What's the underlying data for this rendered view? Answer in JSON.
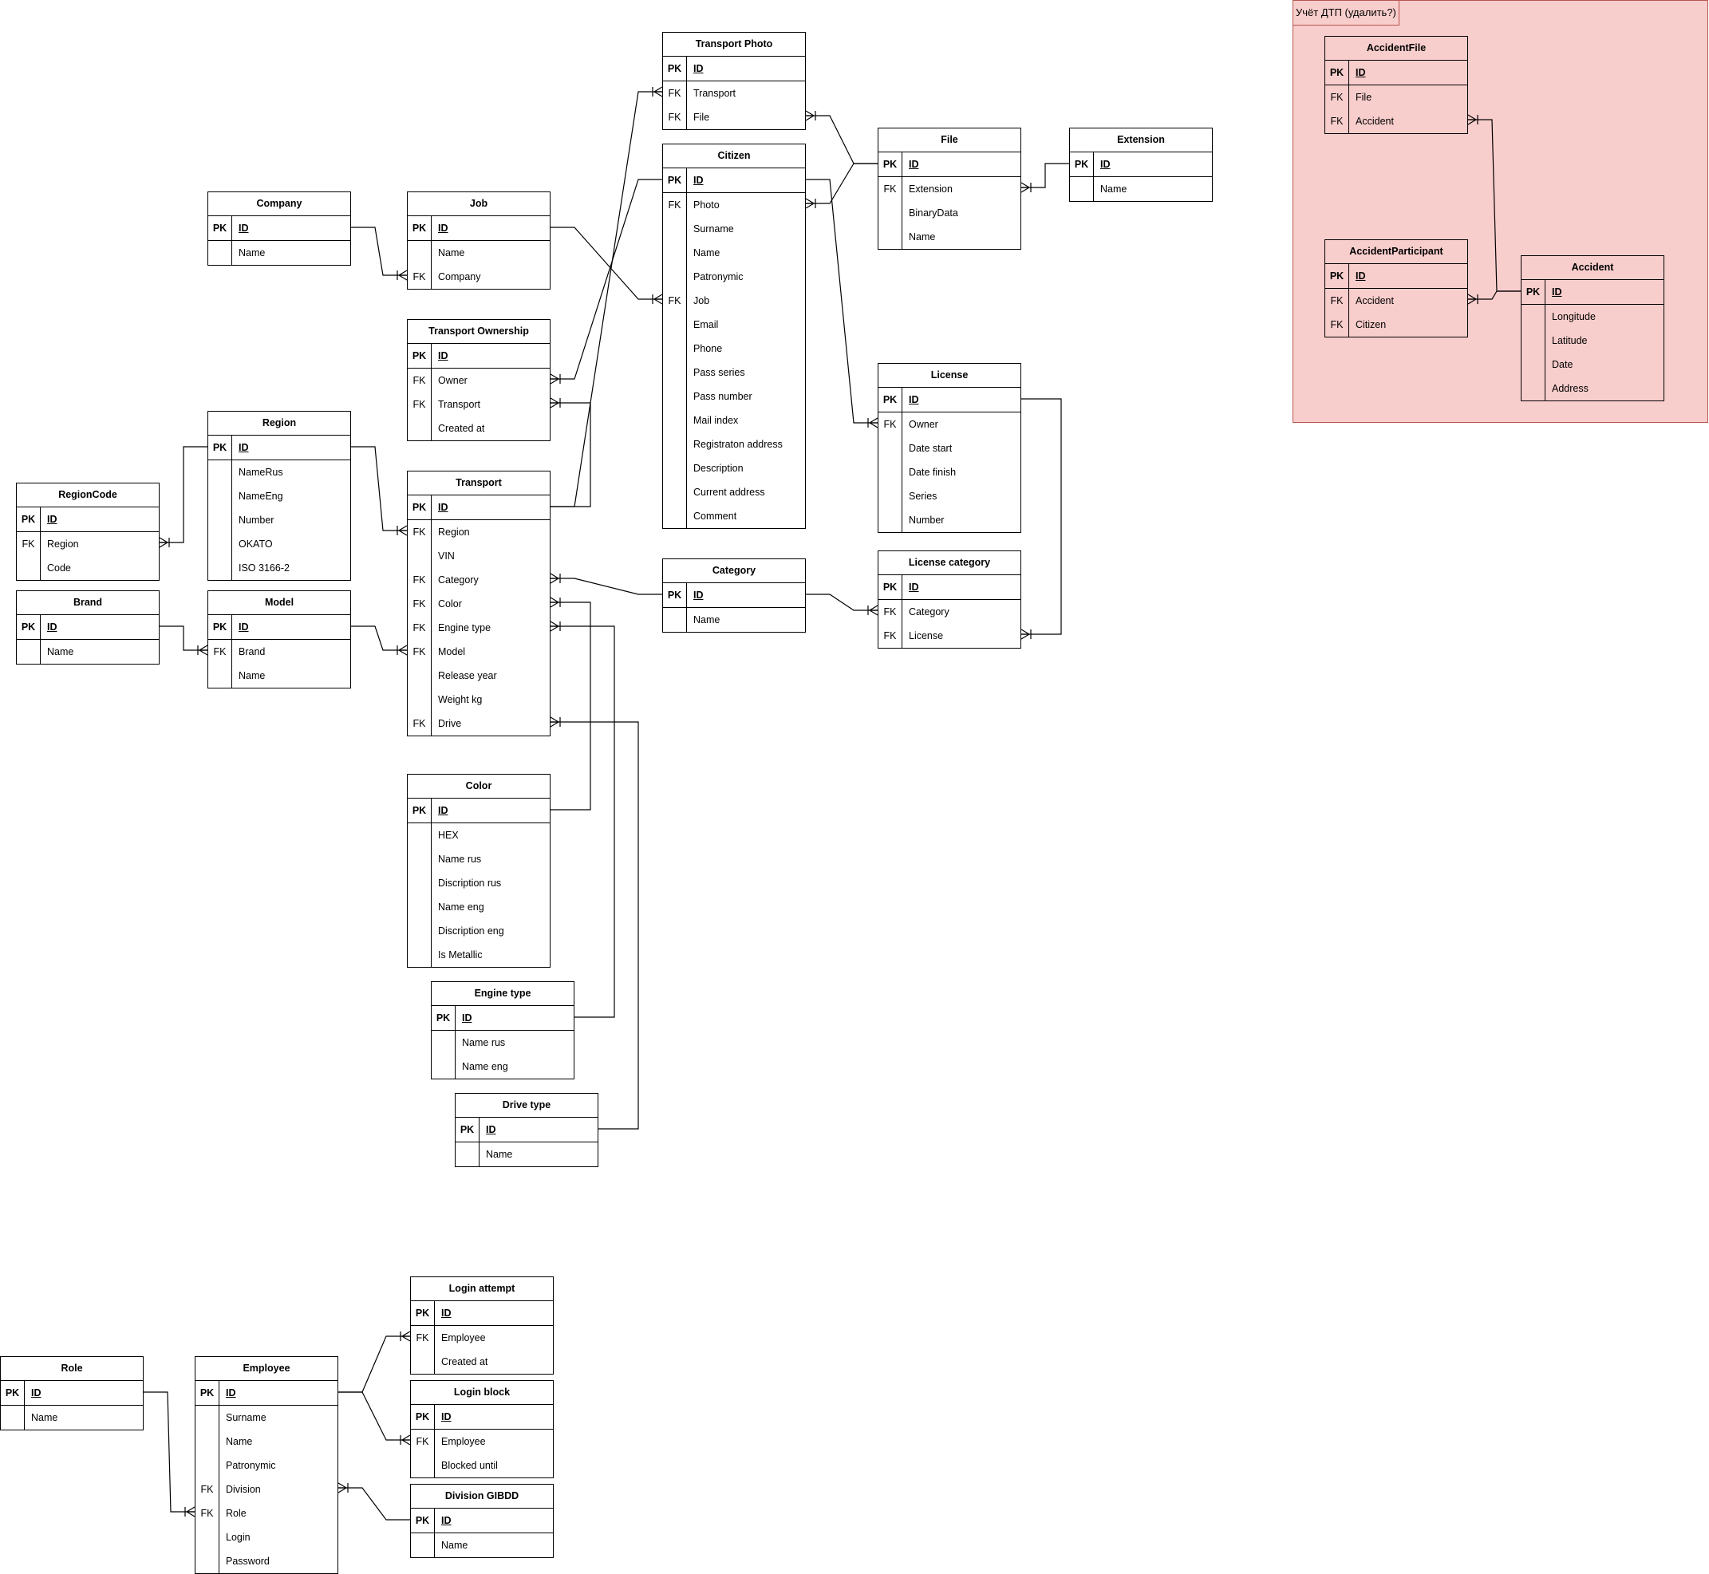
{
  "group": {
    "label": "Учёт ДТП (удалить?)",
    "fill": "#f8cecc",
    "stroke": "#b85450"
  },
  "entities": [
    {
      "id": "transport-photo",
      "title": "Transport Photo",
      "fields": [
        {
          "key": "PK",
          "name": "ID",
          "pk": true
        },
        {
          "key": "FK",
          "name": "Transport"
        },
        {
          "key": "FK",
          "name": "File"
        }
      ]
    },
    {
      "id": "citizen",
      "title": "Citizen",
      "fields": [
        {
          "key": "PK",
          "name": "ID",
          "pk": true
        },
        {
          "key": "FK",
          "name": "Photo"
        },
        {
          "key": "",
          "name": "Surname"
        },
        {
          "key": "",
          "name": "Name"
        },
        {
          "key": "",
          "name": "Patronymic"
        },
        {
          "key": "FK",
          "name": "Job"
        },
        {
          "key": "",
          "name": "Email"
        },
        {
          "key": "",
          "name": "Phone"
        },
        {
          "key": "",
          "name": "Pass series"
        },
        {
          "key": "",
          "name": "Pass number"
        },
        {
          "key": "",
          "name": "Mail index"
        },
        {
          "key": "",
          "name": "Registraton address"
        },
        {
          "key": "",
          "name": "Description"
        },
        {
          "key": "",
          "name": "Current address"
        },
        {
          "key": "",
          "name": "Comment"
        }
      ]
    },
    {
      "id": "file",
      "title": "File",
      "fields": [
        {
          "key": "PK",
          "name": "ID",
          "pk": true
        },
        {
          "key": "FK",
          "name": "Extension"
        },
        {
          "key": "",
          "name": "BinaryData"
        },
        {
          "key": "",
          "name": "Name"
        }
      ]
    },
    {
      "id": "extension",
      "title": "Extension",
      "fields": [
        {
          "key": "PK",
          "name": "ID",
          "pk": true
        },
        {
          "key": "",
          "name": "Name"
        }
      ]
    },
    {
      "id": "company",
      "title": "Company",
      "fields": [
        {
          "key": "PK",
          "name": "ID",
          "pk": true
        },
        {
          "key": "",
          "name": "Name"
        }
      ]
    },
    {
      "id": "job",
      "title": "Job",
      "fields": [
        {
          "key": "PK",
          "name": "ID",
          "pk": true
        },
        {
          "key": "",
          "name": "Name"
        },
        {
          "key": "FK",
          "name": "Company"
        }
      ]
    },
    {
      "id": "transport-ownership",
      "title": "Transport Ownership",
      "fields": [
        {
          "key": "PK",
          "name": "ID",
          "pk": true
        },
        {
          "key": "FK",
          "name": "Owner"
        },
        {
          "key": "FK",
          "name": "Transport"
        },
        {
          "key": "",
          "name": "Created at"
        }
      ]
    },
    {
      "id": "region",
      "title": "Region",
      "fields": [
        {
          "key": "PK",
          "name": "ID",
          "pk": true
        },
        {
          "key": "",
          "name": "NameRus"
        },
        {
          "key": "",
          "name": "NameEng"
        },
        {
          "key": "",
          "name": "Number"
        },
        {
          "key": "",
          "name": "OKATO"
        },
        {
          "key": "",
          "name": "ISO 3166-2"
        }
      ]
    },
    {
      "id": "region-code",
      "title": "RegionCode",
      "fields": [
        {
          "key": "PK",
          "name": "ID",
          "pk": true
        },
        {
          "key": "FK",
          "name": "Region"
        },
        {
          "key": "",
          "name": "Code"
        }
      ]
    },
    {
      "id": "brand",
      "title": "Brand",
      "fields": [
        {
          "key": "PK",
          "name": "ID",
          "pk": true
        },
        {
          "key": "",
          "name": "Name"
        }
      ]
    },
    {
      "id": "model",
      "title": "Model",
      "fields": [
        {
          "key": "PK",
          "name": "ID",
          "pk": true
        },
        {
          "key": "FK",
          "name": "Brand"
        },
        {
          "key": "",
          "name": "Name"
        }
      ]
    },
    {
      "id": "transport",
      "title": "Transport",
      "fields": [
        {
          "key": "PK",
          "name": "ID",
          "pk": true
        },
        {
          "key": "FK",
          "name": "Region"
        },
        {
          "key": "",
          "name": "VIN"
        },
        {
          "key": "FK",
          "name": "Category"
        },
        {
          "key": "FK",
          "name": "Color"
        },
        {
          "key": "FK",
          "name": "Engine type"
        },
        {
          "key": "FK",
          "name": "Model"
        },
        {
          "key": "",
          "name": "Release year"
        },
        {
          "key": "",
          "name": "Weight kg"
        },
        {
          "key": "FK",
          "name": "Drive"
        }
      ]
    },
    {
      "id": "category",
      "title": "Category",
      "fields": [
        {
          "key": "PK",
          "name": "ID",
          "pk": true
        },
        {
          "key": "",
          "name": "Name"
        }
      ]
    },
    {
      "id": "license",
      "title": "License",
      "fields": [
        {
          "key": "PK",
          "name": "ID",
          "pk": true
        },
        {
          "key": "FK",
          "name": "Owner"
        },
        {
          "key": "",
          "name": "Date start"
        },
        {
          "key": "",
          "name": "Date finish"
        },
        {
          "key": "",
          "name": "Series"
        },
        {
          "key": "",
          "name": "Number"
        }
      ]
    },
    {
      "id": "license-category",
      "title": "License category",
      "fields": [
        {
          "key": "PK",
          "name": "ID",
          "pk": true
        },
        {
          "key": "FK",
          "name": "Category"
        },
        {
          "key": "FK",
          "name": "License"
        }
      ]
    },
    {
      "id": "color",
      "title": "Color",
      "fields": [
        {
          "key": "PK",
          "name": "ID",
          "pk": true
        },
        {
          "key": "",
          "name": "HEX"
        },
        {
          "key": "",
          "name": "Name rus"
        },
        {
          "key": "",
          "name": "Discription rus"
        },
        {
          "key": "",
          "name": "Name eng"
        },
        {
          "key": "",
          "name": "Discription eng"
        },
        {
          "key": "",
          "name": "Is Metallic"
        }
      ]
    },
    {
      "id": "engine-type",
      "title": "Engine type",
      "fields": [
        {
          "key": "PK",
          "name": "ID",
          "pk": true
        },
        {
          "key": "",
          "name": "Name rus"
        },
        {
          "key": "",
          "name": "Name eng"
        }
      ]
    },
    {
      "id": "drive-type",
      "title": "Drive type",
      "fields": [
        {
          "key": "PK",
          "name": "ID",
          "pk": true
        },
        {
          "key": "",
          "name": "Name"
        }
      ]
    },
    {
      "id": "accident-file",
      "title": "AccidentFile",
      "group": true,
      "fields": [
        {
          "key": "PK",
          "name": "ID",
          "pk": true
        },
        {
          "key": "FK",
          "name": "File"
        },
        {
          "key": "FK",
          "name": "Accident"
        }
      ]
    },
    {
      "id": "accident-participant",
      "title": "AccidentParticipant",
      "group": true,
      "fields": [
        {
          "key": "PK",
          "name": "ID",
          "pk": true
        },
        {
          "key": "FK",
          "name": "Accident"
        },
        {
          "key": "FK",
          "name": "Citizen"
        }
      ]
    },
    {
      "id": "accident",
      "title": "Accident",
      "group": true,
      "fields": [
        {
          "key": "PK",
          "name": "ID",
          "pk": true
        },
        {
          "key": "",
          "name": "Longitude"
        },
        {
          "key": "",
          "name": "Latitude"
        },
        {
          "key": "",
          "name": "Date"
        },
        {
          "key": "",
          "name": "Address"
        }
      ]
    },
    {
      "id": "role",
      "title": "Role",
      "fields": [
        {
          "key": "PK",
          "name": "ID",
          "pk": true
        },
        {
          "key": "",
          "name": "Name"
        }
      ]
    },
    {
      "id": "employee",
      "title": "Employee",
      "fields": [
        {
          "key": "PK",
          "name": "ID",
          "pk": true
        },
        {
          "key": "",
          "name": "Surname"
        },
        {
          "key": "",
          "name": "Name"
        },
        {
          "key": "",
          "name": "Patronymic"
        },
        {
          "key": "FK",
          "name": "Division"
        },
        {
          "key": "FK",
          "name": "Role"
        },
        {
          "key": "",
          "name": "Login"
        },
        {
          "key": "",
          "name": "Password"
        }
      ]
    },
    {
      "id": "login-attempt",
      "title": "Login attempt",
      "fields": [
        {
          "key": "PK",
          "name": "ID",
          "pk": true
        },
        {
          "key": "FK",
          "name": "Employee"
        },
        {
          "key": "",
          "name": "Created at"
        }
      ]
    },
    {
      "id": "login-block",
      "title": "Login block",
      "fields": [
        {
          "key": "PK",
          "name": "ID",
          "pk": true
        },
        {
          "key": "FK",
          "name": "Employee"
        },
        {
          "key": "",
          "name": "Blocked until"
        }
      ]
    },
    {
      "id": "division-gibdd",
      "title": "Division GIBDD",
      "fields": [
        {
          "key": "PK",
          "name": "ID",
          "pk": true
        },
        {
          "key": "",
          "name": "Name"
        }
      ]
    }
  ],
  "relations": [
    {
      "from": "transport-photo",
      "fromField": 1,
      "to": "transport",
      "toField": 0
    },
    {
      "from": "transport-photo",
      "fromField": 2,
      "to": "file",
      "toField": 0
    },
    {
      "from": "citizen",
      "fromField": 1,
      "to": "file",
      "toField": 0
    },
    {
      "from": "citizen",
      "fromField": 5,
      "to": "job",
      "toField": 0
    },
    {
      "from": "license",
      "fromField": 1,
      "to": "citizen",
      "toField": 0
    },
    {
      "from": "file",
      "fromField": 1,
      "to": "extension",
      "toField": 0
    },
    {
      "from": "job",
      "fromField": 2,
      "to": "company",
      "toField": 0
    },
    {
      "from": "transport-ownership",
      "fromField": 1,
      "to": "citizen",
      "toField": 0
    },
    {
      "from": "transport-ownership",
      "fromField": 2,
      "to": "transport",
      "toField": 0
    },
    {
      "from": "region-code",
      "fromField": 1,
      "to": "region",
      "toField": 0
    },
    {
      "from": "transport",
      "fromField": 1,
      "to": "region",
      "toField": 0
    },
    {
      "from": "model",
      "fromField": 1,
      "to": "brand",
      "toField": 0
    },
    {
      "from": "transport",
      "fromField": 6,
      "to": "model",
      "toField": 0
    },
    {
      "from": "transport",
      "fromField": 3,
      "to": "category",
      "toField": 0
    },
    {
      "from": "license-category",
      "fromField": 1,
      "to": "category",
      "toField": 0
    },
    {
      "from": "license-category",
      "fromField": 2,
      "to": "license",
      "toField": 0
    },
    {
      "from": "transport",
      "fromField": 4,
      "to": "color",
      "toField": 0
    },
    {
      "from": "transport",
      "fromField": 5,
      "to": "engine-type",
      "toField": 0
    },
    {
      "from": "transport",
      "fromField": 9,
      "to": "drive-type",
      "toField": 0
    },
    {
      "from": "accident-file",
      "fromField": 2,
      "to": "accident",
      "toField": 0
    },
    {
      "from": "accident-participant",
      "fromField": 1,
      "to": "accident",
      "toField": 0
    },
    {
      "from": "employee",
      "fromField": 5,
      "to": "role",
      "toField": 0
    },
    {
      "from": "login-attempt",
      "fromField": 1,
      "to": "employee",
      "toField": 0
    },
    {
      "from": "login-block",
      "fromField": 1,
      "to": "employee",
      "toField": 0
    },
    {
      "from": "employee",
      "fromField": 4,
      "to": "division-gibdd",
      "toField": 0
    }
  ]
}
